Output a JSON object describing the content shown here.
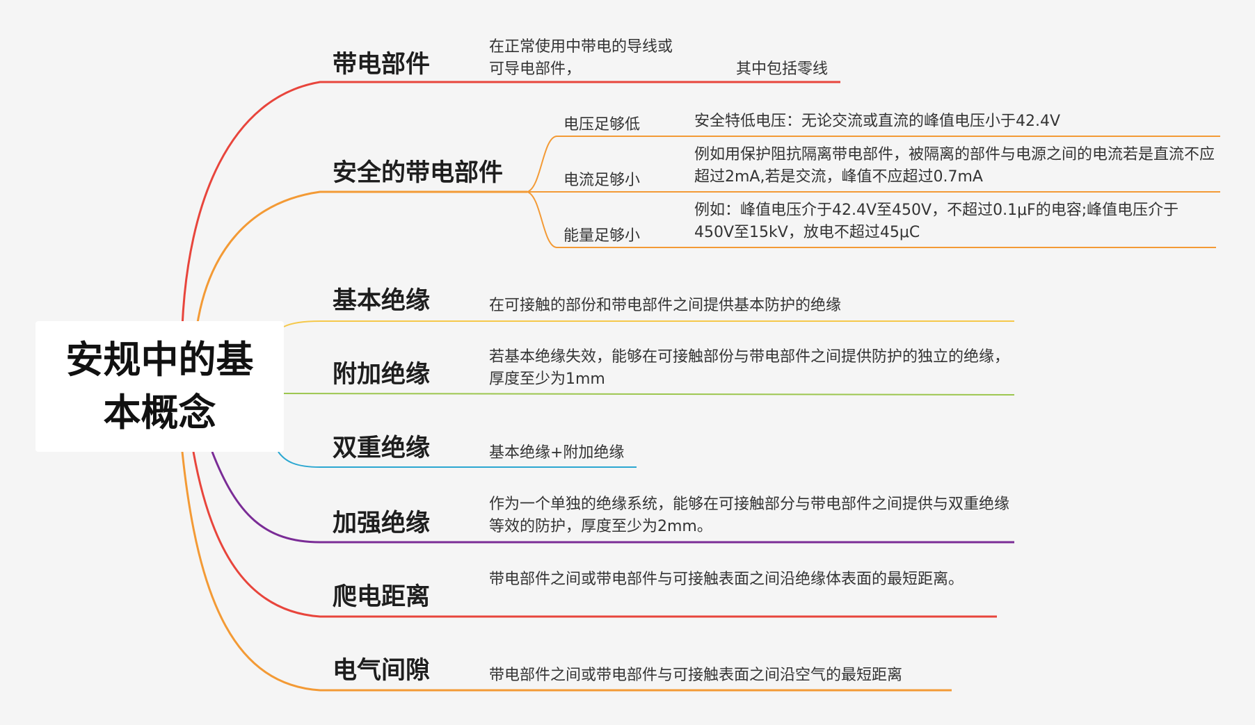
{
  "root": {
    "title": "安规中的基本概念"
  },
  "colors": {
    "red": "#e8453c",
    "orange": "#f39a35",
    "yellow": "#f5c84a",
    "green": "#9cc64e",
    "cyan": "#2ba7d1",
    "purple": "#7a2c96",
    "background": "#f5f5f5"
  },
  "topics": [
    {
      "title": "带电部件",
      "color": "red",
      "desc_lines": [
        "在正常使用中带电的导线或",
        "可导电部件，"
      ],
      "extra": "其中包括零线"
    },
    {
      "title": "安全的带电部件",
      "color": "orange",
      "children": [
        {
          "label": "电压足够低",
          "desc": "安全特低电压：无论交流或直流的峰值电压小于42.4V"
        },
        {
          "label": "电流足够小",
          "desc": "例如用保护阻抗隔离带电部件，被隔离的部件与电源之间的电流若是直流不应超过2mA,若是交流，峰值不应超过0.7mA"
        },
        {
          "label": "能量足够小",
          "desc": "例如：峰值电压介于42.4V至450V，不超过0.1μF的电容;峰值电压介于450V至15kV，放电不超过45μC"
        }
      ]
    },
    {
      "title": "基本绝缘",
      "color": "yellow",
      "desc": "在可接触的部份和带电部件之间提供基本防护的绝缘"
    },
    {
      "title": "附加绝缘",
      "color": "green",
      "desc": "若基本绝缘失效，能够在可接触部份与带电部件之间提供防护的独立的绝缘，厚度至少为1mm"
    },
    {
      "title": "双重绝缘",
      "color": "cyan",
      "desc": "基本绝缘+附加绝缘"
    },
    {
      "title": "加强绝缘",
      "color": "purple",
      "desc": "作为一个单独的绝缘系统，能够在可接触部分与带电部件之间提供与双重绝缘等效的防护，厚度至少为2mm。"
    },
    {
      "title": "爬电距离",
      "color": "red",
      "desc": "带电部件之间或带电部件与可接触表面之间沿绝缘体表面的最短距离。"
    },
    {
      "title": "电气间隙",
      "color": "orange",
      "desc": "带电部件之间或带电部件与可接触表面之间沿空气的最短距离"
    }
  ]
}
